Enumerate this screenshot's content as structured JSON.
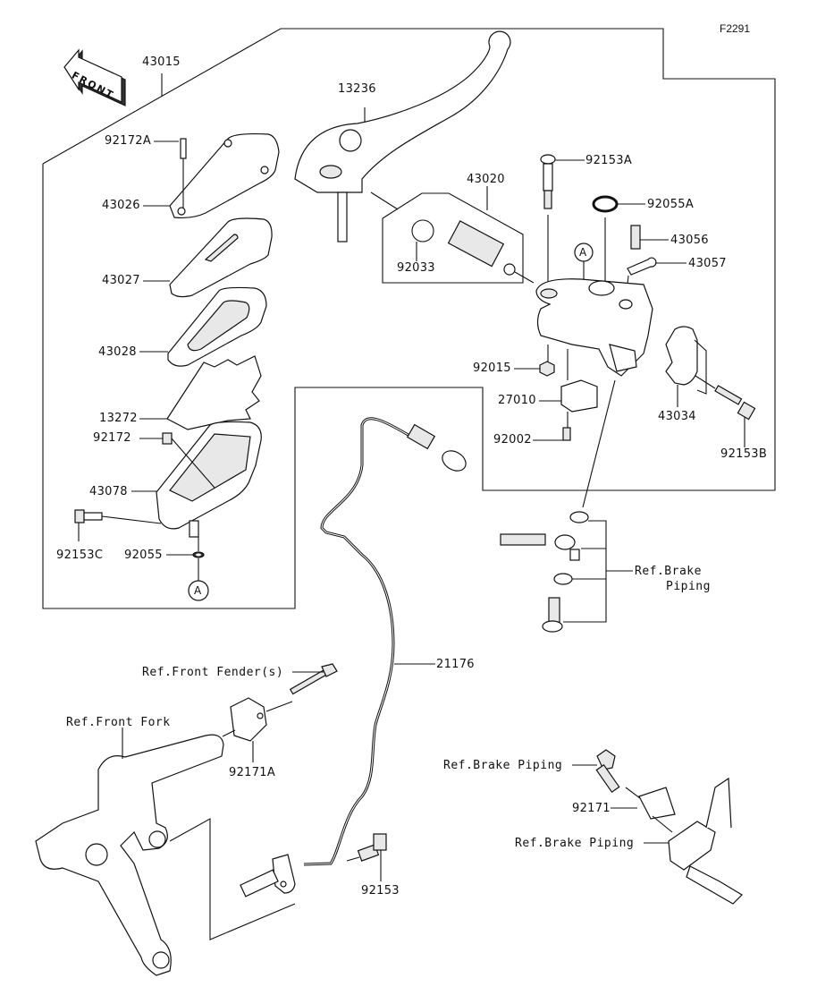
{
  "figure_id": "F2291",
  "front_arrow": "FRONT",
  "callout_marker": "A",
  "parts": {
    "p43015": "43015",
    "p13236": "13236",
    "p92172A": "92172A",
    "p43026": "43026",
    "p43027": "43027",
    "p43028": "43028",
    "p13272": "13272",
    "p92172": "92172",
    "p43078": "43078",
    "p92153C": "92153C",
    "p92055": "92055",
    "p43020": "43020",
    "p92033": "92033",
    "p92153A": "92153A",
    "p92055A": "92055A",
    "p43056": "43056",
    "p43057": "43057",
    "p92015": "92015",
    "p27010": "27010",
    "p92002": "92002",
    "p43034": "43034",
    "p92153B": "92153B",
    "p21176": "21176",
    "p92171A": "92171A",
    "p92153": "92153",
    "p92171": "92171"
  },
  "references": {
    "brake_piping_upper_line1": "Ref.Brake",
    "brake_piping_upper_line2": "Piping",
    "front_fender": "Ref.Front Fender(s)",
    "front_fork": "Ref.Front Fork",
    "brake_piping_bolt": "Ref.Brake Piping",
    "brake_piping_block": "Ref.Brake Piping"
  }
}
